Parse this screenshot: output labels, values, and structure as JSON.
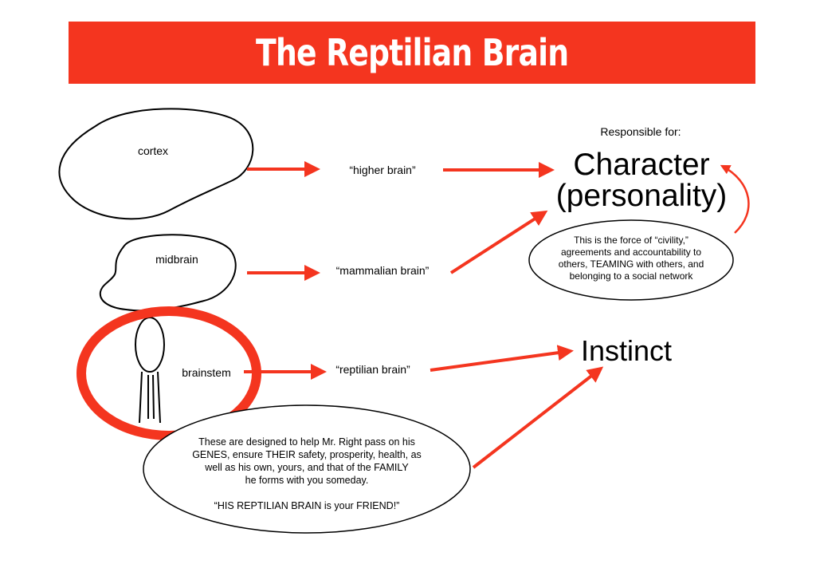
{
  "title": "The Reptilian Brain",
  "brain_parts": {
    "cortex": "cortex",
    "midbrain": "midbrain",
    "brainstem": "brainstem"
  },
  "brain_names": {
    "higher": "“higher brain”",
    "mammalian": "“mammalian brain”",
    "reptilian": "“reptilian brain”"
  },
  "responsible_for": "Responsible for:",
  "character": {
    "line1": "Character",
    "line2": "(personality)"
  },
  "character_note": [
    "This is the force of “civility,”",
    "agreements and accountability to",
    "others, TEAMING with others, and",
    "belonging to a social network"
  ],
  "instinct": "Instinct",
  "instinct_note": [
    "These are designed to help Mr. Right pass on his",
    "GENES, ensure THEIR safety, prosperity, health, as",
    "well as his own, yours, and that of the FAMILY",
    "he forms with you someday.",
    "",
    "“HIS REPTILIAN BRAIN is your FRIEND!”"
  ],
  "colors": {
    "accent": "#f4351f",
    "arrow": "#f4351f",
    "outline": "#000000"
  }
}
